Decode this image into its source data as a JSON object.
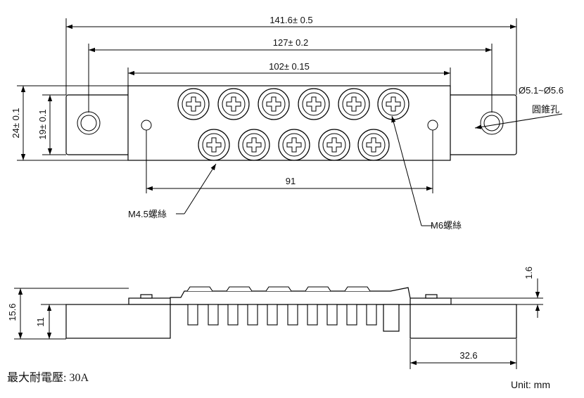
{
  "top_view": {
    "dims": {
      "overall_length": "141.6± 0.5",
      "hole_pitch": "127± 0.2",
      "body_length": "102± 0.15",
      "locator_pitch": "91",
      "overall_height": "24± 0.1",
      "body_height": "19± 0.1"
    },
    "notes": {
      "hole_diameter": "Ø5.1~Ø5.6",
      "hole_name": "圓錐孔",
      "small_screw": "M4.5螺絲",
      "large_screw": "M6螺絲"
    }
  },
  "side_view": {
    "dims": {
      "total_height": "15.6",
      "base_height": "11",
      "plate_thickness": "1.6",
      "ear_width": "32.6"
    }
  },
  "footer": {
    "max_voltage": "最大耐電壓: 30A",
    "unit": "Unit: mm"
  }
}
